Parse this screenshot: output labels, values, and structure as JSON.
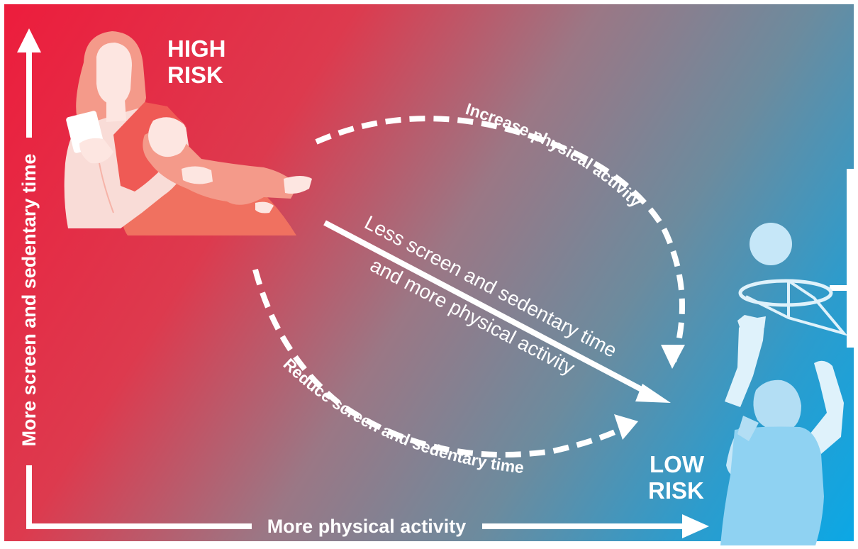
{
  "labels": {
    "high_risk_line1": "HIGH",
    "high_risk_line2": "RISK",
    "low_risk_line1": "LOW",
    "low_risk_line2": "RISK",
    "y_axis": "More screen and sedentary time",
    "x_axis": "More physical activity",
    "upper_path": "Increase physical activity",
    "lower_path": "Reduce screen and sedentary time",
    "center_path_line1": "Less screen and sedentary time",
    "center_path_line2": "and more physical activity"
  },
  "icons": {
    "high_risk": "mother-with-phone-and-baby-icon",
    "low_risk": "girl-playing-basketball-icon"
  },
  "colors": {
    "high_risk_red": "#ed1c3c",
    "low_risk_blue": "#0aa8e6",
    "midtone": "#85808c",
    "arrows": "#ffffff"
  }
}
